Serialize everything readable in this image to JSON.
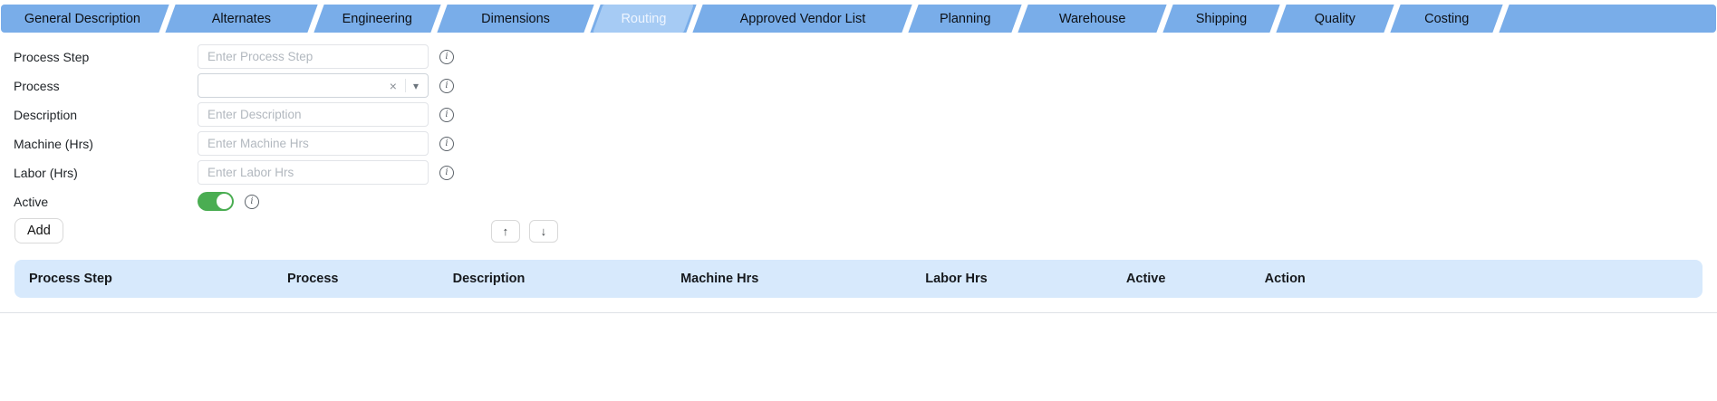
{
  "tabs": [
    {
      "label": "General Description",
      "active": false
    },
    {
      "label": "Alternates",
      "active": false
    },
    {
      "label": "Engineering",
      "active": false
    },
    {
      "label": "Dimensions",
      "active": false
    },
    {
      "label": "Routing",
      "active": true
    },
    {
      "label": "Approved Vendor List",
      "active": false
    },
    {
      "label": "Planning",
      "active": false
    },
    {
      "label": "Warehouse",
      "active": false
    },
    {
      "label": "Shipping",
      "active": false
    },
    {
      "label": "Quality",
      "active": false
    },
    {
      "label": "Costing",
      "active": false
    }
  ],
  "form": {
    "fields": [
      {
        "label": "Process Step",
        "placeholder": "Enter Process Step",
        "type": "text",
        "value": ""
      },
      {
        "label": "Process",
        "placeholder": "",
        "type": "select",
        "value": ""
      },
      {
        "label": "Description",
        "placeholder": "Enter Description",
        "type": "text",
        "value": ""
      },
      {
        "label": "Machine (Hrs)",
        "placeholder": "Enter Machine Hrs",
        "type": "text",
        "value": ""
      },
      {
        "label": "Labor (Hrs)",
        "placeholder": "Enter Labor Hrs",
        "type": "text",
        "value": ""
      },
      {
        "label": "Active",
        "type": "toggle",
        "value": "on"
      }
    ],
    "add_button_label": "Add"
  },
  "icons": {
    "info": "i",
    "clear": "×",
    "caret": "▾",
    "up": "↑",
    "down": "↓"
  },
  "table": {
    "columns": [
      "Process Step",
      "Process",
      "Description",
      "Machine Hrs",
      "Labor Hrs",
      "Active",
      "Action"
    ],
    "rows": []
  },
  "colors": {
    "tabbar_bg": "#79ade9",
    "tab_active_bg": "#a6cbf4",
    "table_header_bg": "#d7e9fc",
    "toggle_on": "#4aad52"
  }
}
